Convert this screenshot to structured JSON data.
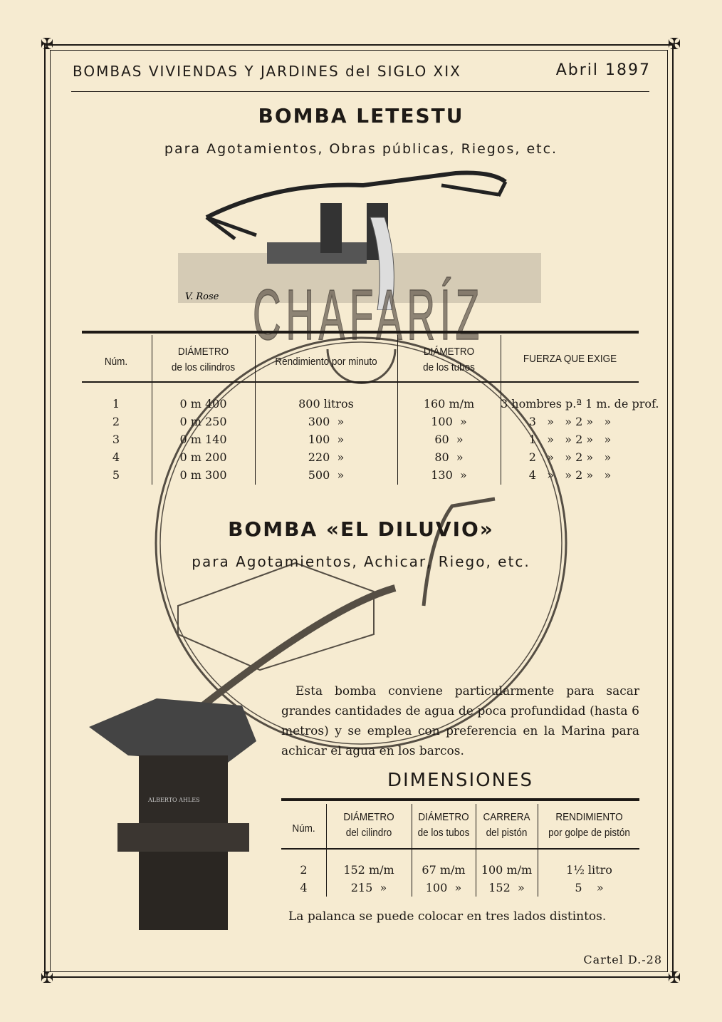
{
  "header": {
    "series": "BOMBAS VIVIENDAS Y JARDINES del SIGLO XIX",
    "date": "Abril 1897"
  },
  "watermark": "CHAFARÍZ",
  "section1": {
    "title": "BOMBA LETESTU",
    "subtitle": "para Agotamientos, Obras públicas, Riegos, etc.",
    "engraver_signature": "V. Rose",
    "columns": [
      [
        "Núm.",
        ""
      ],
      [
        "DIÁMETRO",
        "de los cilindros"
      ],
      [
        "Rendimiento por minuto",
        ""
      ],
      [
        "DIÁMETRO",
        "de los tubos"
      ],
      [
        "FUERZA QUE EXIGE",
        ""
      ]
    ],
    "rows": [
      [
        "1",
        "0 m 400",
        "800 litros",
        "160 m/m",
        "3 hombres p.ª 1 m. de prof."
      ],
      [
        "2",
        "0 m 250",
        "300  »",
        "100  »",
        "3   »   » 2 »   »"
      ],
      [
        "3",
        "0 m 140",
        "100  »",
        "60  »",
        "1   »   » 2 »   »"
      ],
      [
        "4",
        "0 m 200",
        "220  »",
        "80  »",
        "2   »   » 2 »   »"
      ],
      [
        "5",
        "0 m 300",
        "500  »",
        "130  »",
        "4   »   » 2 »   »"
      ]
    ]
  },
  "section2": {
    "title": "BOMBA «EL DILUVIO»",
    "subtitle": "para Agotamientos, Achicar, Riego, etc.",
    "pump_label": "ALBERTO AHLES",
    "description": "Esta bomba conviene particularmente para sacar grandes cantidades de agua de poca profundidad (hasta 6 metros) y se emplea con preferencia en la Marina para achicar el agua en los barcos.",
    "dimensions_title": "DIMENSIONES",
    "columns": [
      [
        "Núm.",
        ""
      ],
      [
        "DIÁMETRO",
        "del cilindro"
      ],
      [
        "DIÁMETRO",
        "de los tubos"
      ],
      [
        "CARRERA",
        "del pistón"
      ],
      [
        "RENDIMIENTO",
        "por golpe de pistón"
      ]
    ],
    "rows": [
      [
        "2",
        "152 m/m",
        "67 m/m",
        "100 m/m",
        "1½ litro"
      ],
      [
        "4",
        "215  »",
        "100  »",
        "152  »",
        "5    »"
      ]
    ],
    "note": "La palanca se puede colocar en tres lados distintos."
  },
  "footer": {
    "code": "Cartel D.-28"
  }
}
